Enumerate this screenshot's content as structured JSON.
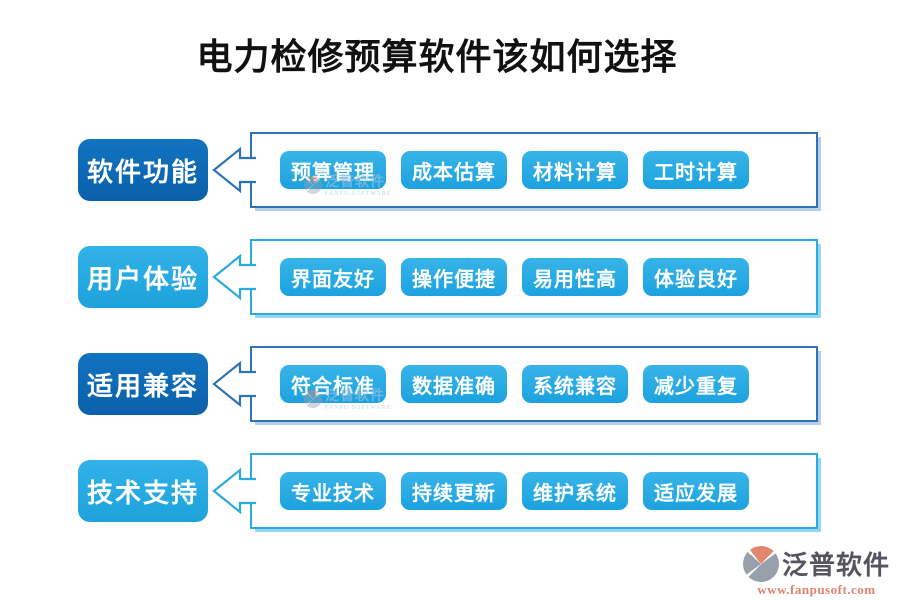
{
  "title": "电力检修预算软件该如何选择",
  "palette": {
    "dark_blue": "#0E68B4",
    "light_blue": "#29ABE2",
    "panel_border_dark": "#2E73B8",
    "title_color": "#111111",
    "footer_brand_color": "#55555F",
    "footer_url_color": "#E0836C",
    "logo_gray": "#98A0AB",
    "logo_salmon": "#E0876D"
  },
  "rows": [
    {
      "label": "软件功能",
      "variant": "dark",
      "watermark": true,
      "items": [
        "预算管理",
        "成本估算",
        "材料计算",
        "工时计算"
      ]
    },
    {
      "label": "用户体验",
      "variant": "light",
      "watermark": false,
      "items": [
        "界面友好",
        "操作便捷",
        "易用性高",
        "体验良好"
      ]
    },
    {
      "label": "适用兼容",
      "variant": "dark",
      "watermark": true,
      "items": [
        "符合标准",
        "数据准确",
        "系统兼容",
        "减少重复"
      ]
    },
    {
      "label": "技术支持",
      "variant": "light",
      "watermark": false,
      "items": [
        "专业技术",
        "持续更新",
        "维护系统",
        "适应发展"
      ]
    }
  ],
  "watermark": {
    "brand": "泛普软件",
    "sub": "FANPU SOFTWARE"
  },
  "footer": {
    "brand": "泛普软件",
    "url": "www.fanpusoft.com"
  }
}
